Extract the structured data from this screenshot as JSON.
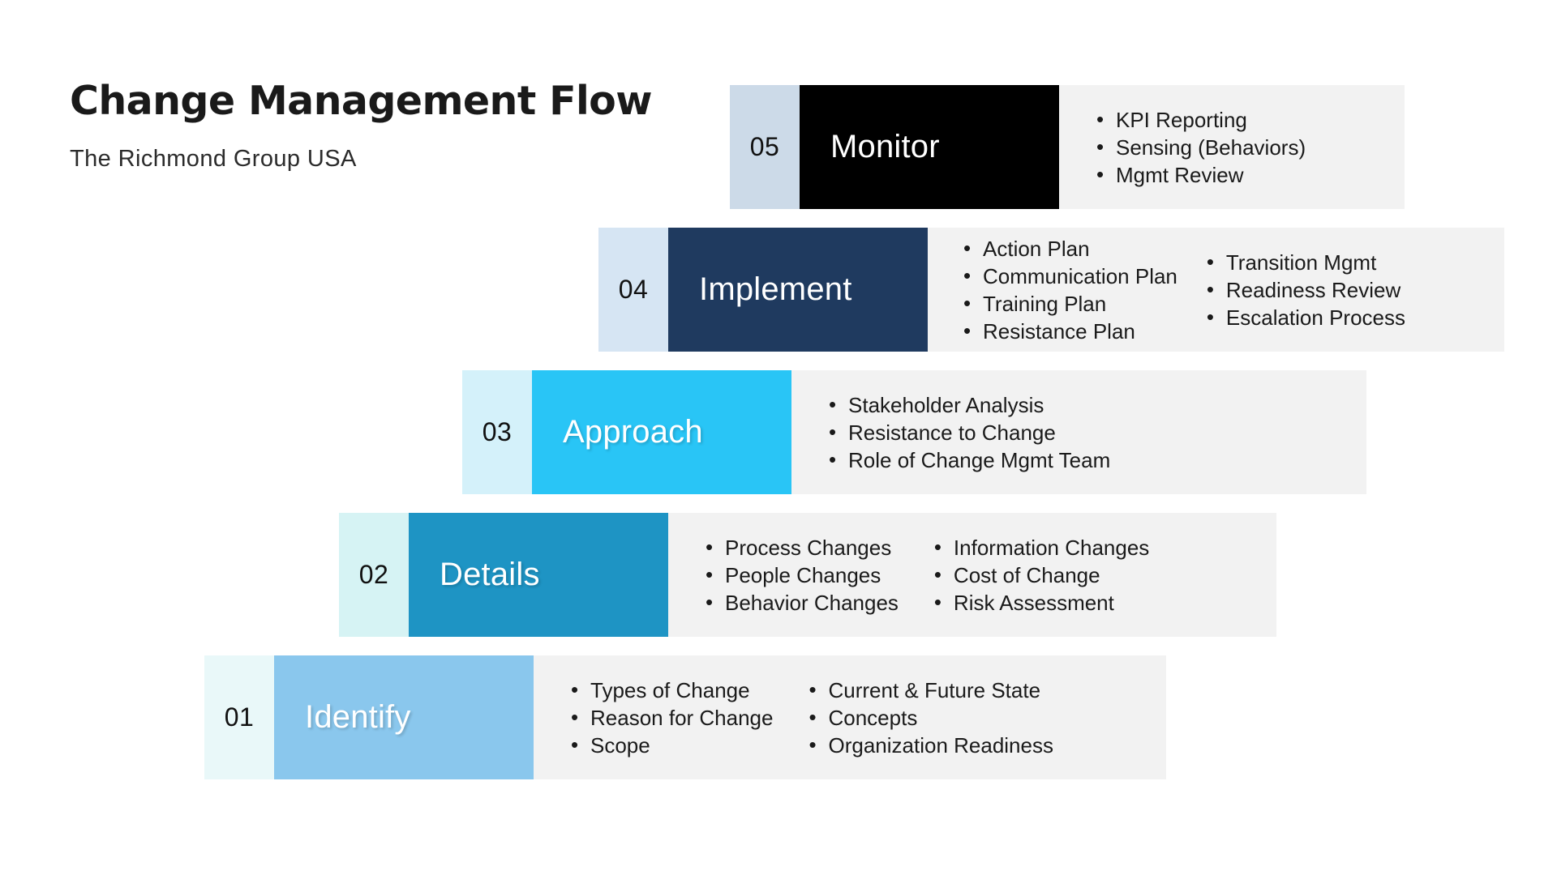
{
  "header": {
    "title": "Change Management Flow",
    "subtitle": "The Richmond Group USA"
  },
  "colors": {
    "stage_01": "#8ac7ed",
    "stage_01_tint": "#e9f8f9",
    "stage_02": "#1e94c4",
    "stage_02_tint": "#d6f3f4",
    "stage_03": "#29c5f6",
    "stage_03_tint": "#d4f1fa",
    "stage_04": "#1f3a5f",
    "stage_04_tint": "#d6e5f3",
    "stage_05": "#000000",
    "stage_05_tint": "#ccdae8",
    "panel_bg": "#f2f2f2",
    "text_dark": "#1a1a1a"
  },
  "stages": [
    {
      "number": "05",
      "label": "Monitor",
      "columns": [
        [
          "KPI Reporting",
          "Sensing (Behaviors)",
          "Mgmt Review"
        ]
      ]
    },
    {
      "number": "04",
      "label": "Implement",
      "columns": [
        [
          "Action Plan",
          "Communication Plan",
          "Training Plan",
          "Resistance Plan"
        ],
        [
          "Transition Mgmt",
          "Readiness Review",
          "Escalation Process"
        ]
      ]
    },
    {
      "number": "03",
      "label": "Approach",
      "columns": [
        [
          "Stakeholder Analysis",
          "Resistance to Change",
          "Role of Change Mgmt Team"
        ]
      ]
    },
    {
      "number": "02",
      "label": "Details",
      "columns": [
        [
          "Process Changes",
          "People Changes",
          "Behavior Changes"
        ],
        [
          "Information Changes",
          "Cost of Change",
          "Risk Assessment"
        ]
      ]
    },
    {
      "number": "01",
      "label": "Identify",
      "columns": [
        [
          "Types of Change",
          "Reason for Change",
          "Scope"
        ],
        [
          "Current & Future State",
          "Concepts",
          "Organization Readiness"
        ]
      ]
    }
  ]
}
